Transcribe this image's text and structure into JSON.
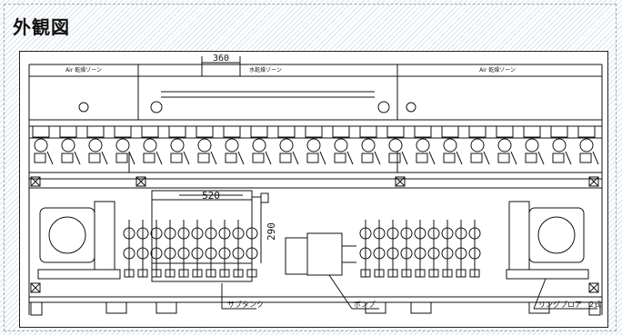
{
  "page": {
    "title": "外観図"
  },
  "drawing": {
    "zones": {
      "left": "Air 乾燥ゾーン",
      "center": "水乾燥ゾーン",
      "right": "Air 乾燥ゾーン"
    },
    "dimensions": {
      "top_span": "360",
      "tank_width": "520",
      "tank_height": "290"
    },
    "callouts": {
      "sub_tank": "サブタンク",
      "pump": "ポンプ",
      "ring_blower": "リングブロア　2式"
    }
  }
}
